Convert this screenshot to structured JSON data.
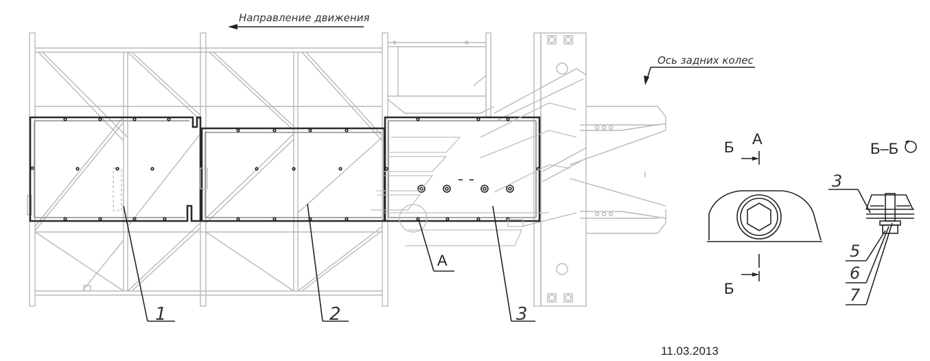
{
  "direction_label": "Направление движения",
  "rear_axle_label": "Ось задних колес",
  "callouts": {
    "p1": "1",
    "p2": "2",
    "p3": "3",
    "view_a": "А",
    "view_a_top": "А",
    "section_b_top": "Б",
    "section_b_bottom": "Б",
    "section_title": "Б–Б",
    "d3": "3",
    "d5": "5",
    "d6": "6",
    "d7": "7"
  },
  "date": "11.03.2013"
}
